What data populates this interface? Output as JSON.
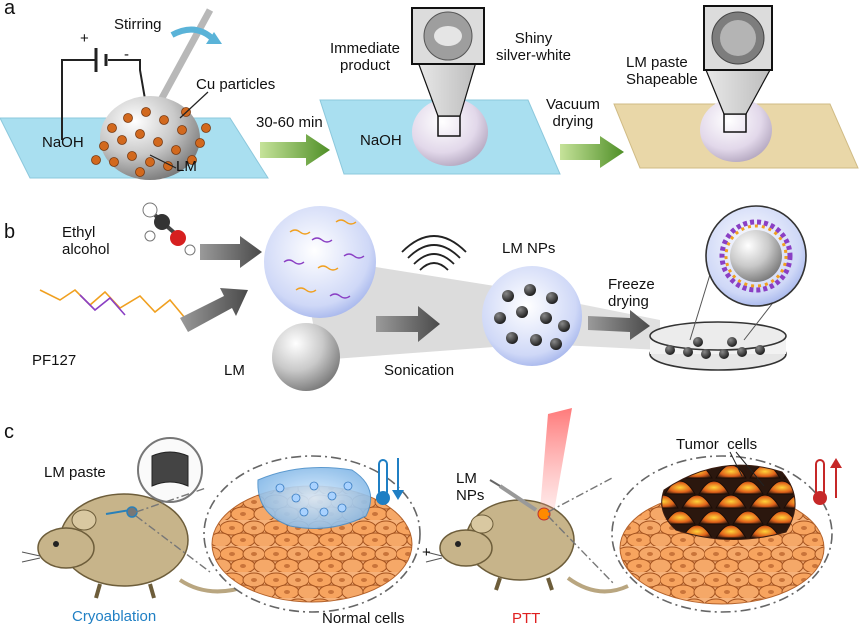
{
  "panels": {
    "a": "a",
    "b": "b",
    "c": "c"
  },
  "panel_a": {
    "stirring": "Stirring",
    "plus": "+",
    "minus": "-",
    "cu_particles": "Cu particles",
    "naoh_1": "NaOH",
    "lm": "LM",
    "time": "30-60 min",
    "immediate_product": "Immediate\nproduct",
    "naoh_2": "NaOH",
    "shiny": "Shiny\nsilver-white",
    "vacuum_drying": "Vacuum\ndrying",
    "lm_paste_shapeable": "LM paste\nShapeable"
  },
  "panel_b": {
    "ethyl_alcohol": "Ethyl\nalcohol",
    "pf127": "PF127",
    "lm": "LM",
    "sonication": "Sonication",
    "lm_nps": "LM NPs",
    "freeze_drying": "Freeze\ndrying"
  },
  "panel_c": {
    "lm_paste": "LM paste",
    "cryoablation": "Cryoablation",
    "normal_cells": "Normal cells",
    "plus": "+",
    "lm_nps": "LM\nNPs",
    "ptt": "PTT",
    "tumor_cells": "Tumor  cells"
  },
  "colors": {
    "water": "#a9dff0",
    "sand": "#e9d7a8",
    "arrow_green": "#6aa83a",
    "arrow_gray": "#6e6e6e",
    "copper": "#d2691e",
    "cell_orange": "#f4a460",
    "cryo_blue": "#1f7fc4",
    "ptt_red": "#e02020"
  }
}
